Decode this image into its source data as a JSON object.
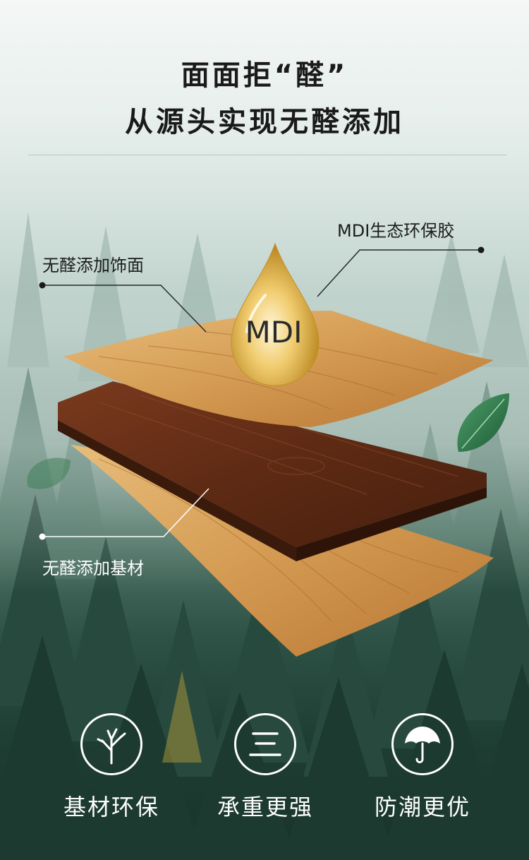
{
  "header": {
    "title_line1": "面面拒“醛”",
    "title_line2": "从源头实现无醛添加"
  },
  "callouts": {
    "top_left": "无醛添加饰面",
    "top_right": "MDI生态环保胶",
    "bottom_left": "无醛添加基材"
  },
  "drop": {
    "label": "MDI"
  },
  "features": [
    {
      "label": "基材环保",
      "icon": "tree-icon"
    },
    {
      "label": "承重更强",
      "icon": "three-lines-icon"
    },
    {
      "label": "防潮更优",
      "icon": "umbrella-icon"
    }
  ],
  "colors": {
    "veneer_light": "#d8a55f",
    "board_dark": "#6b2f18",
    "drop_gold": "#e0b23a",
    "leaf_green": "#2f7a4a"
  }
}
